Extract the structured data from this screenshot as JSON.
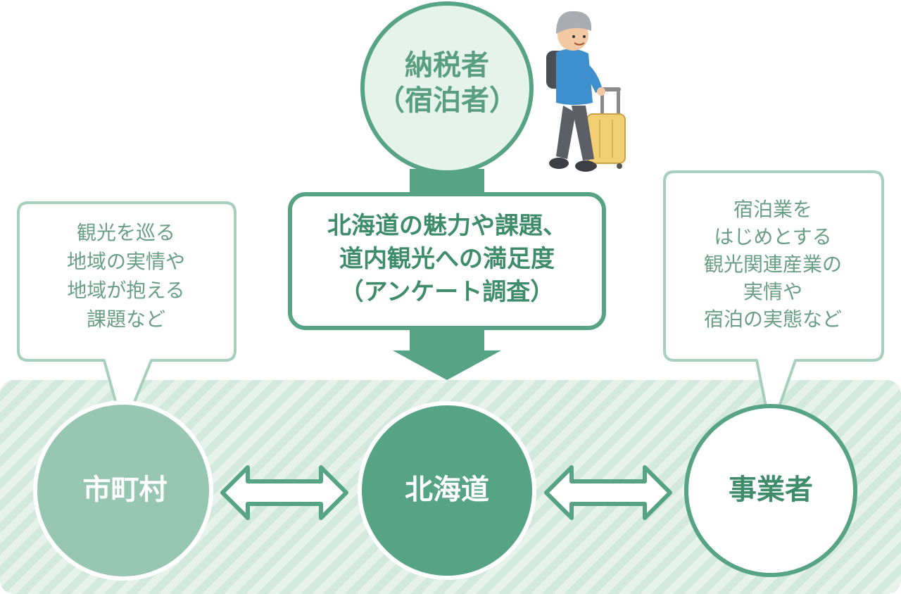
{
  "taxpayer": {
    "lines": [
      "納税者",
      "（宿泊者）"
    ]
  },
  "survey": {
    "lines": [
      "北海道の魅力や課題、",
      "道内観光への満足度",
      "（アンケート調査）"
    ]
  },
  "municipality": {
    "label": "市町村",
    "bubble_lines": [
      "観光を巡る",
      "地域の実情や",
      "地域が抱える",
      "課題など"
    ]
  },
  "hokkaido": {
    "label": "北海道"
  },
  "business": {
    "label": "事業者",
    "bubble_lines": [
      "宿泊業を",
      "はじめとする",
      "観光関連産業の",
      "実情や",
      "宿泊の実態など"
    ]
  },
  "icons": {
    "traveler": "traveler-with-suitcase-icon",
    "arrow_left": "double-arrow-icon",
    "arrow_right": "double-arrow-icon",
    "down_arrow": "down-arrow-icon"
  },
  "colors": {
    "primary": "#56a386",
    "dark_text": "#3f8c6c",
    "light_circle": "#97c6b2",
    "pale_fill": "#e6f2ec",
    "bubble_border": "#9fcbb8"
  }
}
